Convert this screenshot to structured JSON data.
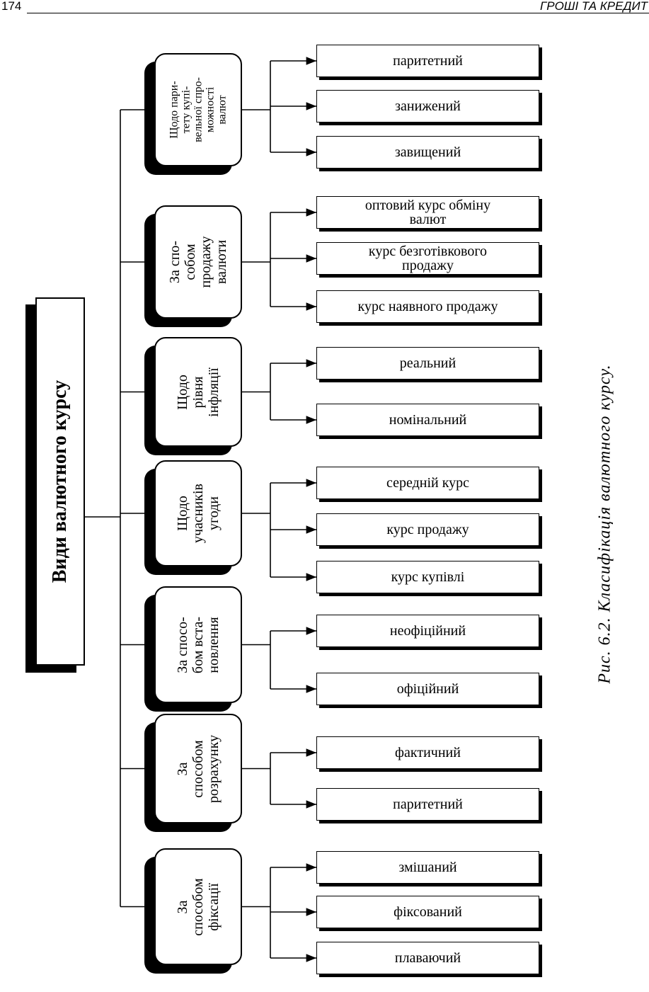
{
  "header": {
    "page_number": "174",
    "running_title": "ГРОШІ ТА КРЕДИТ"
  },
  "root": {
    "label": "Види валютного курсу"
  },
  "categories": [
    {
      "label": "Щодо пари-\nтету купі-\nвельної спро-\nможності\nвалют",
      "leaves": [
        "паритетний",
        "занижений",
        "завищений"
      ]
    },
    {
      "label": "За спо-\nсобом\nпродажу\nвалюти",
      "leaves": [
        "оптовий курс обміну\nвалют",
        "курс безготівкового\nпродажу",
        "курс наявного продажу"
      ]
    },
    {
      "label": "Щодо\nрівня\nінфляції",
      "leaves": [
        "реальний",
        "номінальний"
      ]
    },
    {
      "label": "Щодо\nучасників\nугоди",
      "leaves": [
        "середній курс",
        "курс продажу",
        "курс купівлі"
      ]
    },
    {
      "label": "За спосо-\nбом вста-\nновлення",
      "leaves": [
        "неофіційний",
        "офіційний"
      ]
    },
    {
      "label": "За\nспособом\nрозрахунку",
      "leaves": [
        "фактичний",
        "паритетний"
      ]
    },
    {
      "label": "За\nспособом\nфіксації",
      "leaves": [
        "змішаний",
        "фіксований",
        "плаваючий"
      ]
    }
  ],
  "caption": "Рис.  6.2.  Класифікація  валютного  курсу."
}
